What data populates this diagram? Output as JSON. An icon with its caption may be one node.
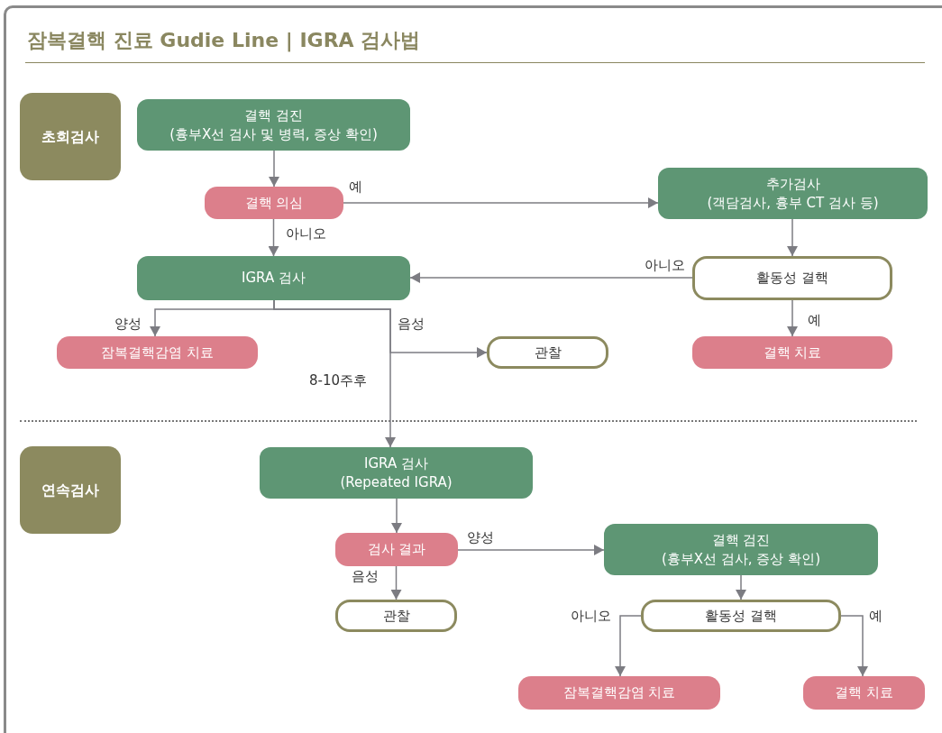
{
  "diagram": {
    "title": "잠복결핵 진료 Gudie Line | IGRA 검사법",
    "nodes": [
      {
        "text": [
          "초회검사"
        ]
      },
      {
        "text": [
          "결핵 검진",
          "(흉부X선 검사 및 병력, 증상 확인)"
        ]
      },
      {
        "text": [
          "결핵 의심"
        ]
      },
      {
        "text": [
          "추가검사",
          "(객담검사, 흉부 CT 검사 등)"
        ]
      },
      {
        "text": [
          "IGRA 검사"
        ]
      },
      {
        "text": [
          "활동성 결핵"
        ]
      },
      {
        "text": [
          "잠복결핵감염 치료"
        ]
      },
      {
        "text": [
          "관찰"
        ]
      },
      {
        "text": [
          "결핵 치료"
        ]
      },
      {
        "text": [
          "연속검사"
        ]
      },
      {
        "text": [
          "IGRA 검사",
          "(Repeated IGRA)"
        ]
      },
      {
        "text": [
          "검사 결과"
        ]
      },
      {
        "text": [
          "결핵 검진",
          "(흉부X선 검사, 증상 확인)"
        ]
      },
      {
        "text": [
          "관찰"
        ]
      },
      {
        "text": [
          "활동성 결핵"
        ]
      },
      {
        "text": [
          "잠복결핵감염 치료"
        ]
      },
      {
        "text": [
          "결핵 치료"
        ]
      }
    ],
    "edges": [
      {
        "from": 1,
        "to": 2,
        "arrow": "to"
      },
      {
        "from": 2,
        "to": 3,
        "arrow": "to",
        "label": "예"
      },
      {
        "from": 2,
        "to": 4,
        "arrow": "to",
        "label": "아니오"
      },
      {
        "from": 3,
        "to": 5,
        "arrow": "to"
      },
      {
        "from": 5,
        "to": 4,
        "arrow": "to",
        "label": "아니오"
      },
      {
        "from": 5,
        "to": 8,
        "arrow": "to",
        "label": "예"
      },
      {
        "from": 4,
        "to": 6,
        "arrow": "to",
        "label": "양성"
      },
      {
        "from": 4,
        "to": 7,
        "arrow": "to",
        "label": "음성"
      },
      {
        "from": 4,
        "to": 10,
        "arrow": "to",
        "label": "8-10주후"
      },
      {
        "from": 10,
        "to": 11,
        "arrow": "to"
      },
      {
        "from": 11,
        "to": 12,
        "arrow": "to",
        "label": "양성"
      },
      {
        "from": 11,
        "to": 13,
        "arrow": "to",
        "label": "음성"
      },
      {
        "from": 12,
        "to": 14,
        "arrow": "to"
      },
      {
        "from": 14,
        "to": 15,
        "arrow": "to",
        "label": "아니오"
      },
      {
        "from": 14,
        "to": 16,
        "arrow": "to",
        "label": "예"
      }
    ]
  }
}
